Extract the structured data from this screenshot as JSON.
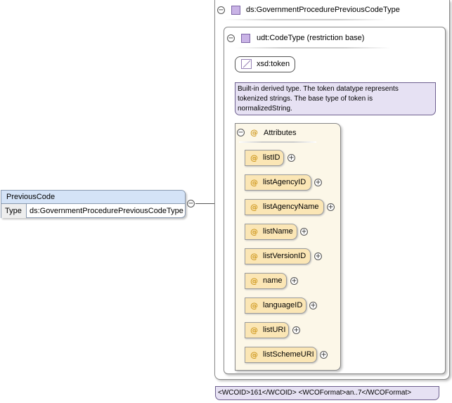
{
  "element": {
    "name": "PreviousCode",
    "type_key": "Type",
    "type_value": "ds:GovernmentProcedurePreviousCodeType"
  },
  "complex_type": {
    "name": "ds:GovernmentProcedurePreviousCodeType",
    "base": "udt:CodeType (restriction base)",
    "simple_type": "xsd:token",
    "documentation": [
      "Built-in derived type. The token datatype represents",
      "tokenized strings. The base type of token is",
      "normalizedString."
    ]
  },
  "attributes": {
    "title": "Attributes",
    "items": [
      "listID",
      "listAgencyID",
      "listAgencyName",
      "listName",
      "listVersionID",
      "name",
      "languageID",
      "listURI",
      "listSchemeURI"
    ]
  },
  "annotation": "<WCOID>161</WCOID> <WCOFormat>an..7</WCOFormat>",
  "glyphs": {
    "collapse": "−",
    "expand": "+",
    "attribute": "@"
  },
  "colors": {
    "element_header": "#d4e3f7",
    "type_icon": "#c9b3e6",
    "documentation_bg": "#e6e1f3",
    "attribute_bg": "#fbe6b5",
    "attribute_group_bg": "#fcf7e8",
    "attribute_symbol": "#d09a21"
  }
}
